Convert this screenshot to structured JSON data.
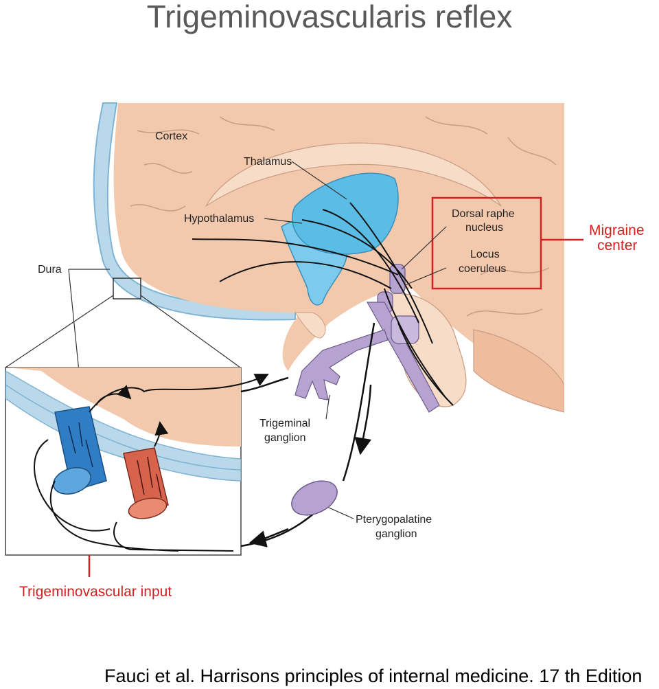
{
  "title": "Trigeminovascularis reflex",
  "caption": "Fauci et al. Harrisons principles of internal medicine. 17 th Edition",
  "labels": {
    "cortex": "Cortex",
    "thalamus": "Thalamus",
    "hypothalamus": "Hypothalamus",
    "dura": "Dura",
    "dorsal_raphe_line1": "Dorsal raphe",
    "dorsal_raphe_line2": "nucleus",
    "locus_line1": "Locus",
    "locus_line2": "coeruleus",
    "migraine_line1": "Migraine",
    "migraine_line2": "center",
    "trigeminal_line1": "Trigeminal",
    "trigeminal_line2": "ganglion",
    "pterygo_line1": "Pterygopalatine",
    "pterygo_line2": "ganglion",
    "trigeminovascular_input": "Trigeminovascular input"
  },
  "colors": {
    "brain": "#f3c9ad",
    "brain_light": "#f7dcc8",
    "skull": "#b9d8ea",
    "thalamus": "#5bbde6",
    "nucleus": "#b6a3cf",
    "migraine": "#d42020",
    "vein": "#2f7dc4",
    "artery": "#d8634c"
  }
}
